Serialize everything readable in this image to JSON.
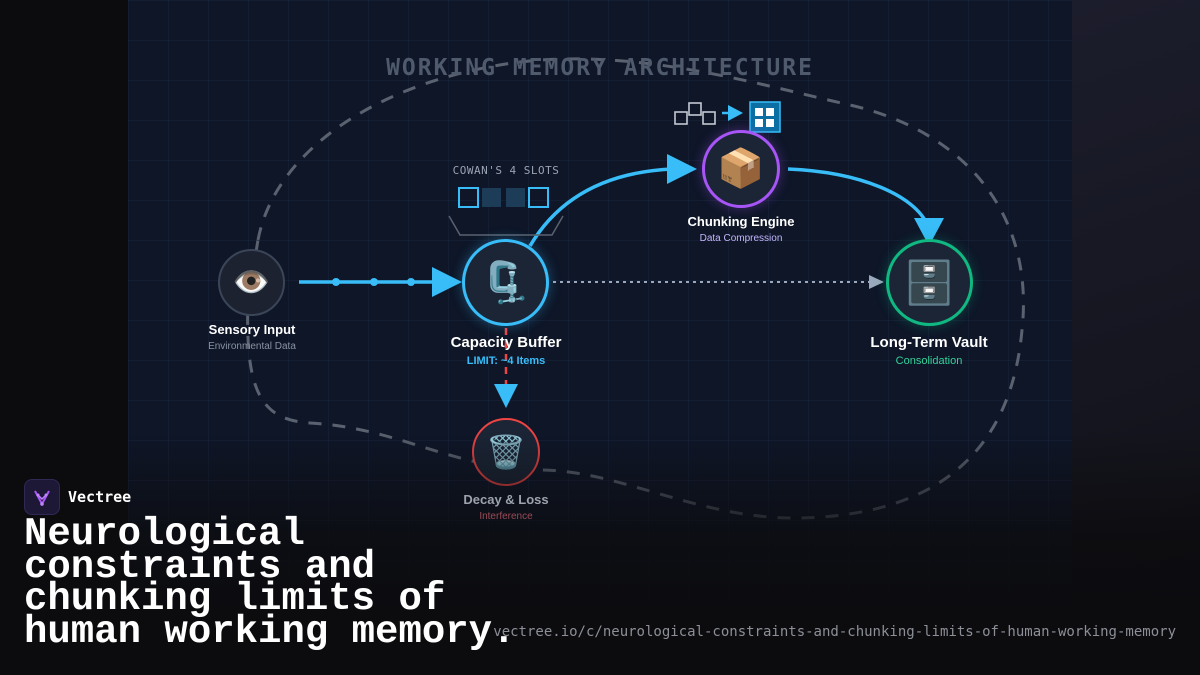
{
  "diagram": {
    "title": "WORKING MEMORY ARCHITECTURE",
    "slots_label": "COWAN'S 4 SLOTS",
    "nodes": {
      "sensory": {
        "icon": "eye-icon",
        "glyph": "👁️",
        "label": "Sensory Input",
        "sublabel": "Environmental Data",
        "color": "#3a4658"
      },
      "buffer": {
        "icon": "clamp-icon",
        "glyph": "🗜️",
        "label": "Capacity Buffer",
        "sublabel": "LIMIT: ~4 Items",
        "color": "#38bdf8"
      },
      "chunking": {
        "icon": "package-icon",
        "glyph": "📦",
        "label": "Chunking Engine",
        "sublabel": "Data Compression",
        "color": "#a855f7"
      },
      "vault": {
        "icon": "file-cabinet-icon",
        "glyph": "🗄️",
        "label": "Long-Term Vault",
        "sublabel": "Consolidation",
        "color": "#10b981"
      },
      "decay": {
        "icon": "wastebasket-icon",
        "glyph": "🗑️",
        "label": "Decay & Loss",
        "sublabel": "Interference",
        "color": "#ef4444"
      }
    },
    "colors": {
      "flow": "#38bdf8",
      "decay_flow": "#ef4444",
      "bypass": "#9aa9bd",
      "chunk_accent": "#0b6fa4"
    }
  },
  "brand": {
    "name": "Vectree",
    "logo_icon": "vectree-logo-icon"
  },
  "headline": "Neurological constraints and chunking limits of human working memory.",
  "url": "vectree.io/c/neurological-constraints-and-chunking-limits-of-human-working-memory"
}
